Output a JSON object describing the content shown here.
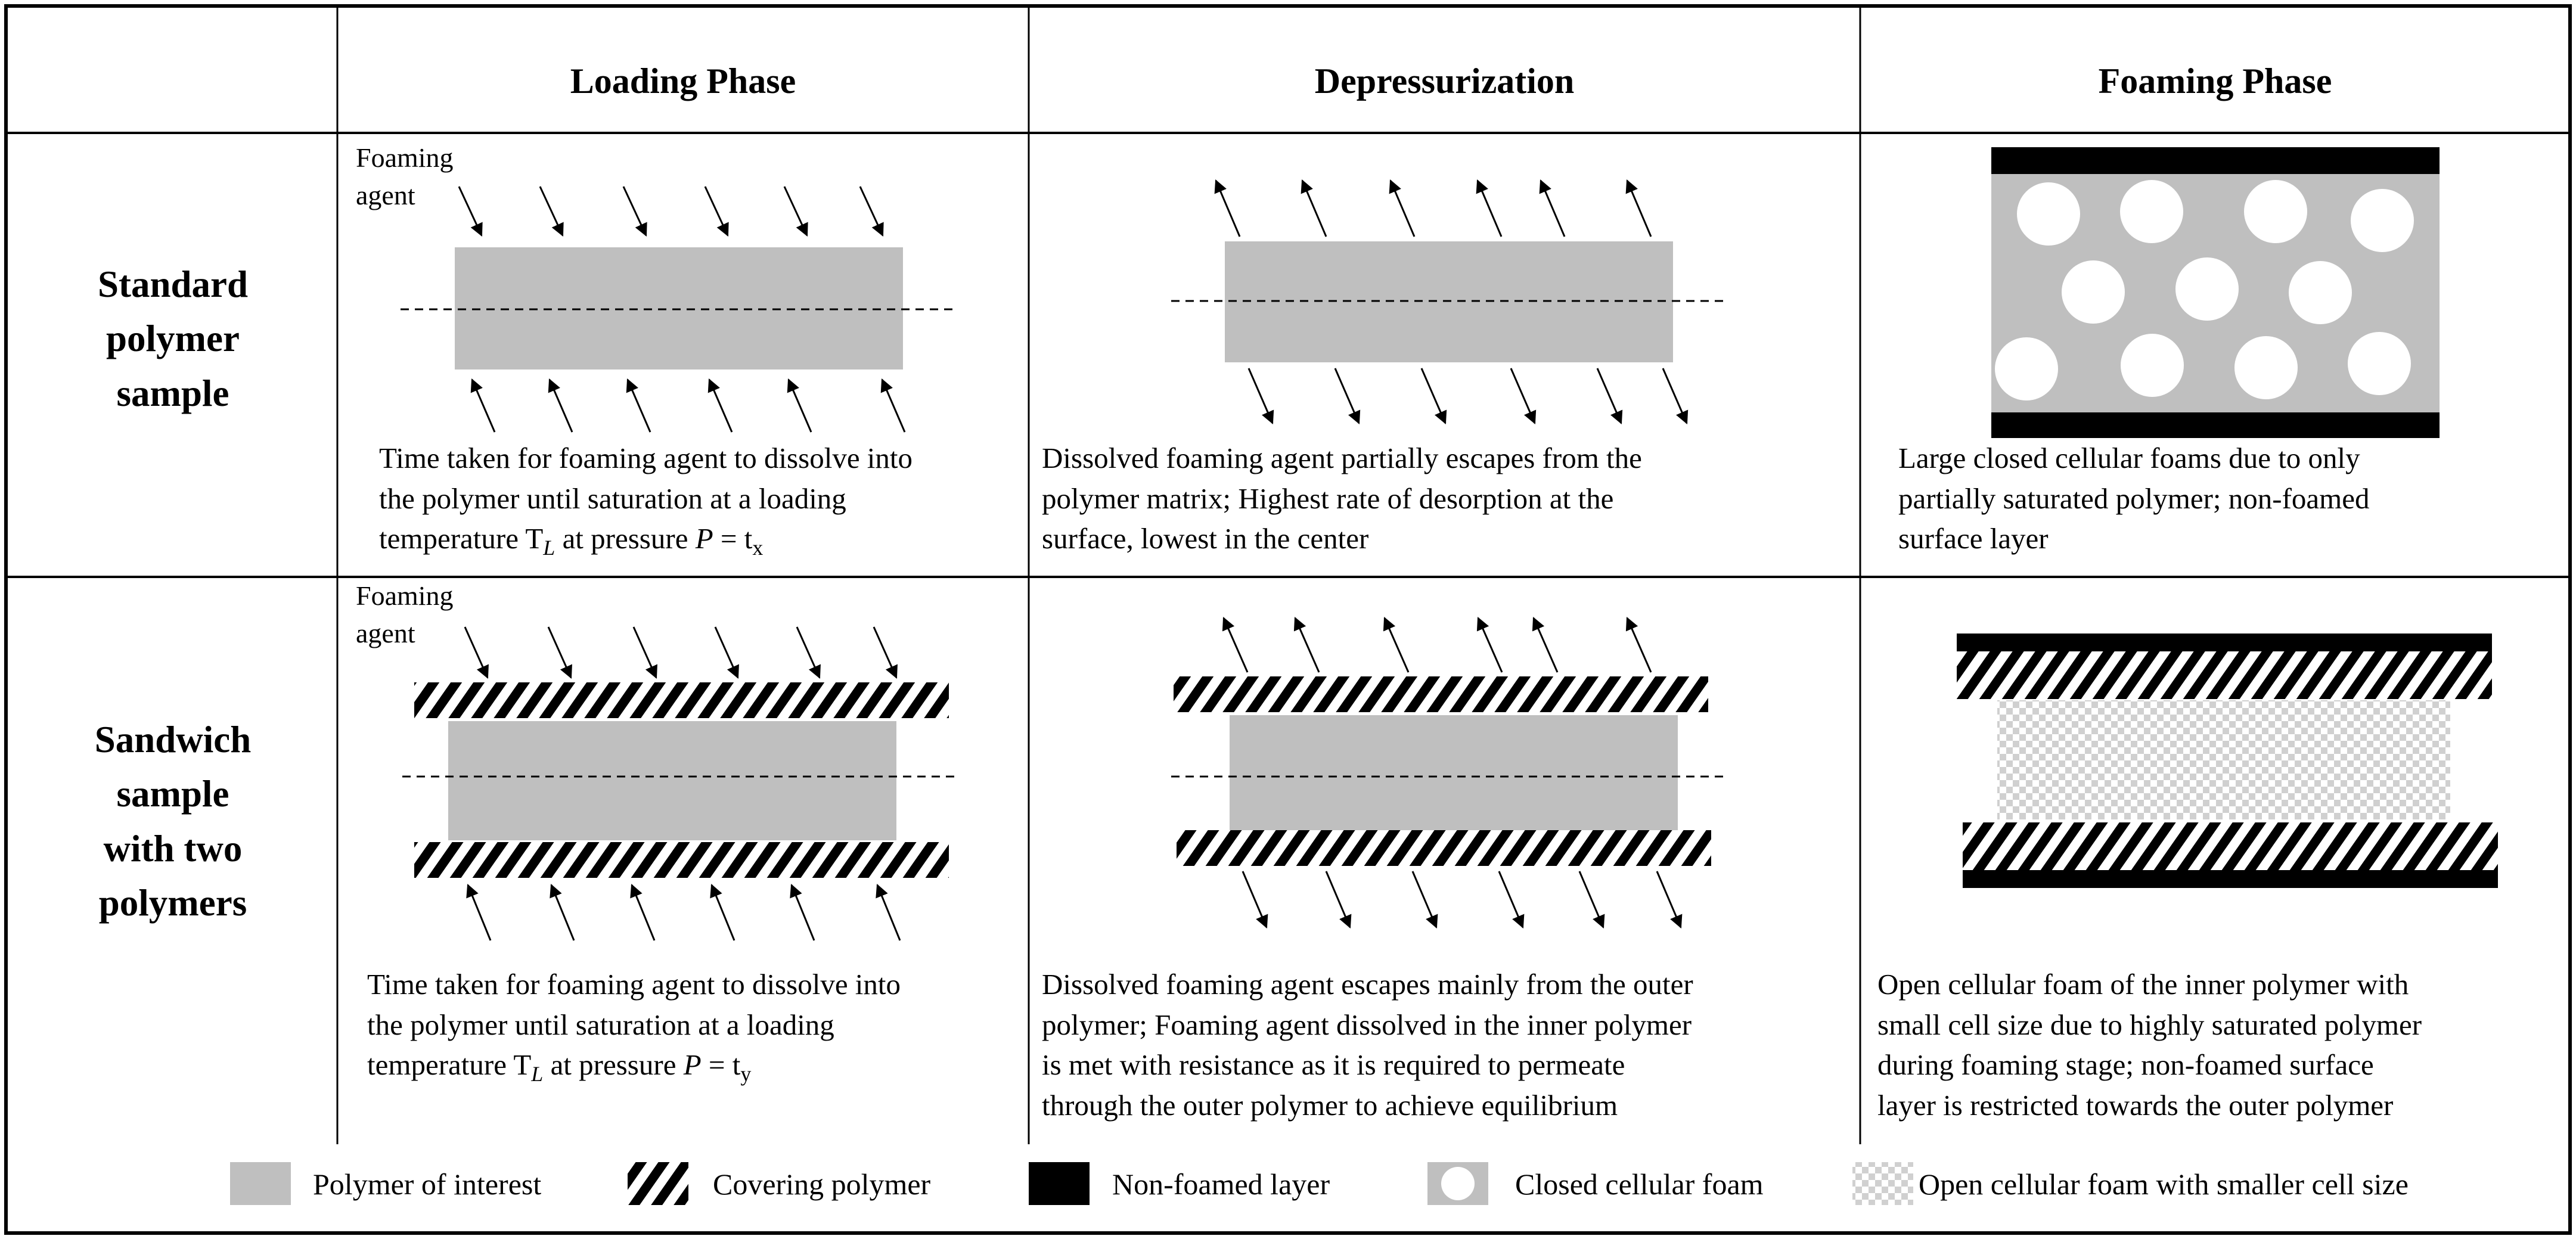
{
  "columns": [
    "Loading Phase",
    "Depressurization",
    "Foaming Phase"
  ],
  "rows": [
    {
      "label": "Standard\npolymer\nsample",
      "foaming_agent_label": "Foaming\nagent",
      "descriptions": [
        "Time taken for foaming agent to dissolve into\nthe polymer until saturation at a loading\ntemperature T",
        "Dissolved foaming agent partially escapes from the\npolymer matrix; Highest rate of desorption at the\nsurface, lowest in the center",
        "Large closed cellular foams due to only\npartially saturated polymer; non-foamed\nsurface layer"
      ],
      "loading_equation": {
        "sub": "L",
        "mid": " at pressure ",
        "var": "P",
        "eq": " = t",
        "eqsub": "x"
      }
    },
    {
      "label": "Sandwich\nsample\nwith two\npolymers",
      "foaming_agent_label": "Foaming\nagent",
      "descriptions": [
        "Time taken for foaming agent to dissolve into\nthe polymer until saturation at a loading\ntemperature T",
        "Dissolved foaming agent escapes mainly from the outer\npolymer; Foaming agent dissolved in the inner polymer\nis met with resistance as it is required to permeate\nthrough the outer polymer to achieve equilibrium",
        "Open cellular foam of the inner polymer with\nsmall cell size due to highly saturated polymer\nduring foaming stage; non-foamed surface\nlayer is restricted towards the outer polymer"
      ],
      "loading_equation": {
        "sub": "L",
        "mid": " at pressure ",
        "var": "P",
        "eq": " = t",
        "eqsub": "y"
      }
    }
  ],
  "legend": [
    {
      "icon": "gray-swatch-icon",
      "label": "Polymer of interest"
    },
    {
      "icon": "hatch-swatch-icon",
      "label": "Covering polymer"
    },
    {
      "icon": "black-swatch-icon",
      "label": "Non-foamed layer"
    },
    {
      "icon": "closed-cell-icon",
      "label": "Closed cellular foam"
    },
    {
      "icon": "checker-swatch-icon",
      "label": "Open cellular foam with smaller cell size"
    }
  ],
  "colors": {
    "polymer": "#bfbfbf",
    "nonfoamed": "#000000",
    "cell": "#ffffff",
    "checker": "#d0d0d0",
    "arrow": "#000000"
  }
}
